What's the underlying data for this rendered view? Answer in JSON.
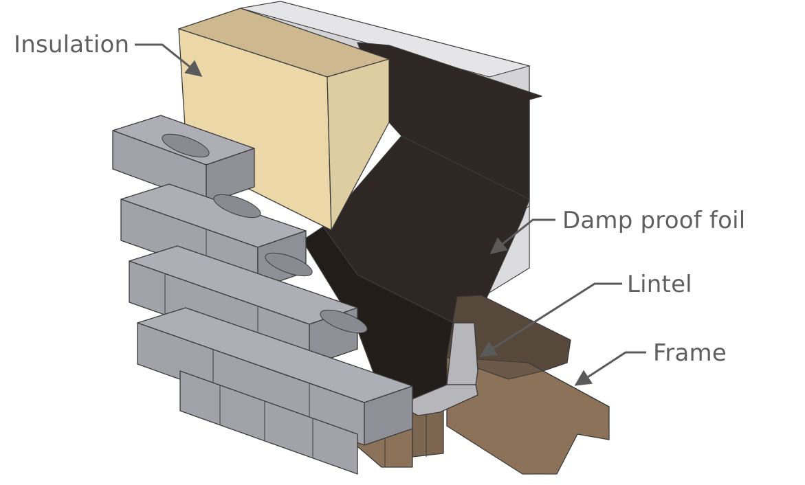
{
  "callouts": {
    "insulation": "Insulation",
    "damp_proof_foil": "Damp proof foil",
    "lintel": "Lintel",
    "frame": "Frame"
  },
  "colors": {
    "brick_top": "#aeaeb6",
    "brick_face": "#a2a2aa",
    "brick_side": "#8f8f97",
    "insulation_front": "#ecd7a9",
    "insulation_top": "#cdb88f",
    "insulation_side": "#dfcda2",
    "foil": "#2e2723",
    "foil_shade": "#231d1a",
    "inner_wall": "#d4d4d6",
    "inner_wall_light": "#e5e5e7",
    "lintel": "#b7b7bb",
    "frame_top": "#57483c",
    "frame_front": "#8b7258",
    "frame_dark": "#6b5847",
    "leader": "#5a5a5a",
    "label": "#5f5f5f"
  }
}
